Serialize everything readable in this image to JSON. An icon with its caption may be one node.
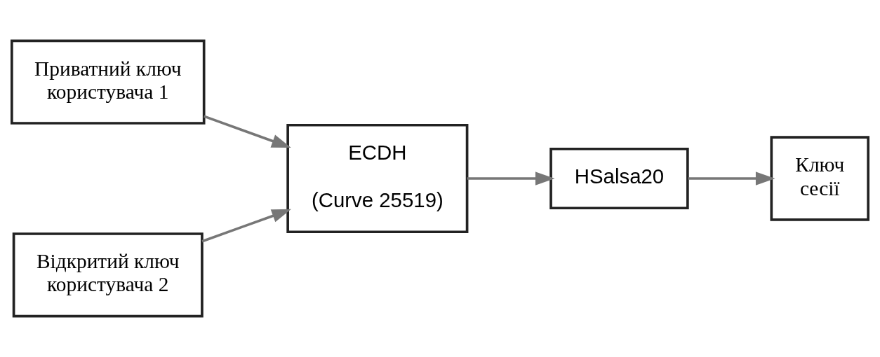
{
  "diagram": {
    "nodes": [
      {
        "text": [
          "Приватний ключ користувача 1"
        ]
      },
      {
        "text": [
          "Відкритий ключ користувача 2"
        ]
      },
      {
        "text": [
          "ECDH",
          "(Curve 25519)"
        ]
      },
      {
        "text": [
          "HSalsa20"
        ]
      },
      {
        "text": [
          "Ключ сесії"
        ]
      }
    ],
    "edges": [
      {
        "from": 0,
        "to": 2,
        "arrow": "to"
      },
      {
        "from": 1,
        "to": 2,
        "arrow": "to"
      },
      {
        "from": 2,
        "to": 3,
        "arrow": "to"
      },
      {
        "from": 3,
        "to": 4,
        "arrow": "to"
      }
    ]
  }
}
